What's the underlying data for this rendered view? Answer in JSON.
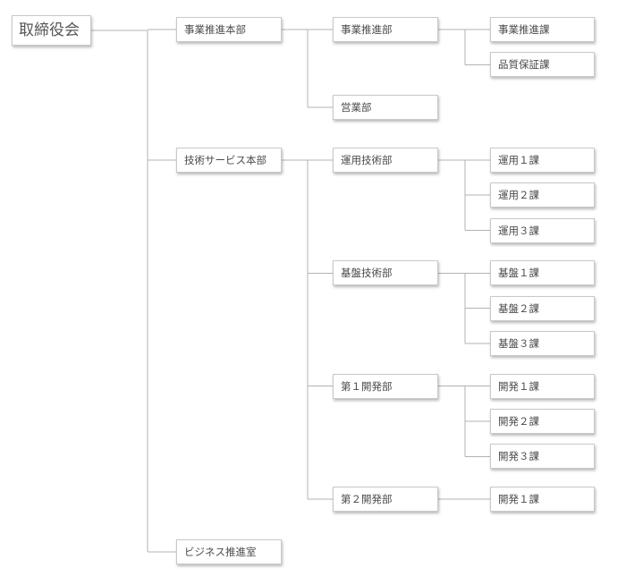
{
  "org_chart": {
    "root": {
      "id": "board",
      "label": "取締役会"
    },
    "divisions": [
      {
        "id": "div-business",
        "label": "事業推進本部",
        "departments": [
          {
            "id": "dept-business-promo",
            "label": "事業推進部",
            "sections": [
              {
                "id": "sec-business-promo",
                "label": "事業推進課"
              },
              {
                "id": "sec-quality",
                "label": "品質保証課"
              }
            ]
          },
          {
            "id": "dept-sales",
            "label": "営業部",
            "sections": []
          }
        ]
      },
      {
        "id": "div-tech",
        "label": "技術サービス本部",
        "departments": [
          {
            "id": "dept-ops",
            "label": "運用技術部",
            "sections": [
              {
                "id": "sec-ops-1",
                "label": "運用１課"
              },
              {
                "id": "sec-ops-2",
                "label": "運用２課"
              },
              {
                "id": "sec-ops-3",
                "label": "運用３課"
              }
            ]
          },
          {
            "id": "dept-infra",
            "label": "基盤技術部",
            "sections": [
              {
                "id": "sec-infra-1",
                "label": "基盤１課"
              },
              {
                "id": "sec-infra-2",
                "label": "基盤２課"
              },
              {
                "id": "sec-infra-3",
                "label": "基盤３課"
              }
            ]
          },
          {
            "id": "dept-dev1",
            "label": "第１開発部",
            "sections": [
              {
                "id": "sec-dev1-1",
                "label": "開発１課"
              },
              {
                "id": "sec-dev1-2",
                "label": "開発２課"
              },
              {
                "id": "sec-dev1-3",
                "label": "開発３課"
              }
            ]
          },
          {
            "id": "dept-dev2",
            "label": "第２開発部",
            "sections": [
              {
                "id": "sec-dev2-1",
                "label": "開発１課"
              }
            ]
          }
        ]
      },
      {
        "id": "div-biz-promo-office",
        "label": "ビジネス推進室",
        "departments": []
      }
    ]
  },
  "colors": {
    "connector": "#b3b3b3",
    "box_border": "#c9c9c9",
    "text": "#4a4a4a"
  }
}
